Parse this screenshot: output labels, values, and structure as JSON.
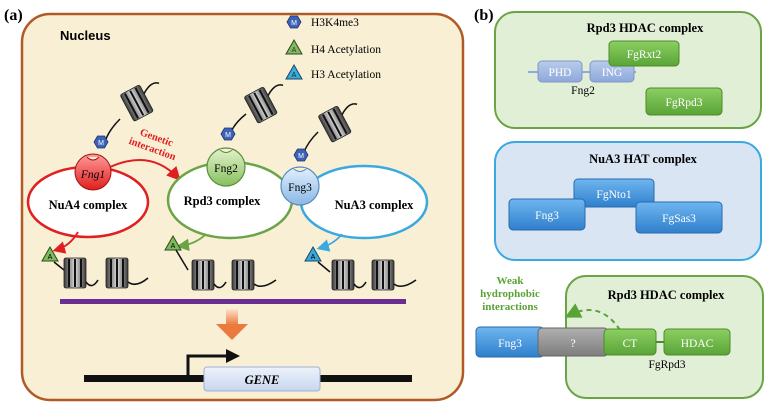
{
  "panel_a": {
    "label": "(a)",
    "nucleus_title": "Nucleus",
    "legend": [
      {
        "text": "H3K4me3",
        "symbol": "M",
        "color": "#3d63b8"
      },
      {
        "text": "H4 Acetylation",
        "symbol": "A",
        "color": "#7dbb5e"
      },
      {
        "text": "H3 Acetylation",
        "symbol": "A",
        "color": "#3aa9d9"
      }
    ],
    "genetic_interaction": "Genetic\ninteraction",
    "complexes": {
      "nua4": "NuA4 complex",
      "rpd3": "Rpd3 complex",
      "nua3": "NuA3 complex"
    },
    "phd_proteins": {
      "fng1": "Fng1",
      "fng2": "Fng2",
      "fng3": "Fng3"
    },
    "mark_letters": {
      "methyl": "M",
      "acetyl": "A"
    },
    "gene_label": "GENE"
  },
  "panel_b": {
    "label": "(b)",
    "rpd3_box_1": {
      "title": "Rpd3 HDAC complex",
      "phd": "PHD",
      "ing": "ING",
      "fng2": "Fng2",
      "fgrxt2": "FgRxt2",
      "fgrpd3": "FgRpd3"
    },
    "nua3_box": {
      "title": "NuA3 HAT complex",
      "fgnto1": "FgNto1",
      "fng3": "Fng3",
      "fgsas3": "FgSas3"
    },
    "rpd3_box_2": {
      "title": "Rpd3 HDAC complex",
      "weak": "Weak\nhydrophobic\ninteractions",
      "fng3": "Fng3",
      "unknown": "?",
      "ct": "CT",
      "hdac": "HDAC",
      "fgrpd3": "FgRpd3"
    }
  },
  "colors": {
    "green_light": "#e2efd7",
    "green_border": "#6aa446",
    "blue_light": "#dae5f4",
    "blue_border": "#3aa9e0",
    "cream": "#f8efd4",
    "nucleus_border": "#b05a26",
    "red": "#e02020",
    "purple": "#6a2d91"
  }
}
